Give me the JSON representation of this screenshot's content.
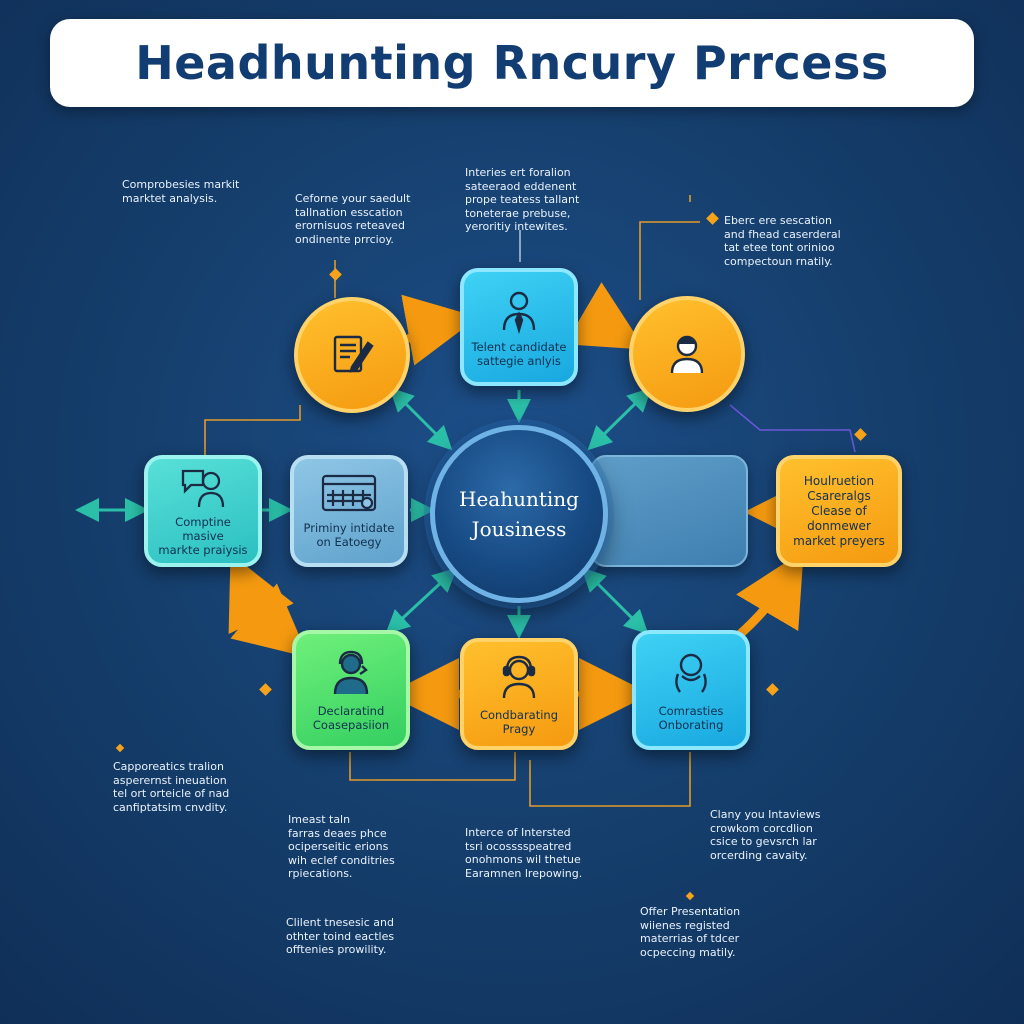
{
  "title": "Headhunting Rncury Prrcess",
  "hub": {
    "line1": "Heahunting",
    "line2": "Jousiness"
  },
  "nodes": {
    "top_left": {
      "label": "",
      "icon": "document-pen-icon",
      "color": "#f7a21b"
    },
    "top_center": {
      "label": "Telent candidate\nsattegie anlyis",
      "icon": "businessman-icon",
      "color": "#29b6ec"
    },
    "top_right": {
      "label": "",
      "icon": "candidate-avatar-icon",
      "color": "#f7a21b"
    },
    "mid_left": {
      "label": "Comptine masive\nmarkte praiysis",
      "icon": "chat-people-icon",
      "color": "#3fd0cf"
    },
    "mid_center_left": {
      "label": "Priminy intidate\non Eatoegy",
      "icon": "calendar-grid-icon",
      "color": "#76b3dc"
    },
    "mid_right": {
      "label": "Houlruetion\nCsareralgs\nClease of donmewer\nmarket preyers",
      "icon": "",
      "color": "#f7a21b"
    },
    "bottom_left": {
      "label": "Declaratind\nCoasepasiion",
      "icon": "headset-person-icon",
      "color": "#47db6a"
    },
    "bottom_center": {
      "label": "Condbarating\nPragy",
      "icon": "headset-person-icon",
      "color": "#f7a21b"
    },
    "bottom_right": {
      "label": "Comrasties\nOnborating",
      "icon": "thinking-person-icon",
      "color": "#29b6ec"
    }
  },
  "notes": {
    "n1": "Comprobesies markit\nmarktet analysis.",
    "n2": "Ceforne your saedult\ntallnation esscation\nerornisuos reteaved\nondinente prrcioy.",
    "n3": "Interies ert foralion\nsateeraod eddenent\nprope teatess tallant\ntoneterae prebuse,\nyeroritiy intewites.",
    "n4": "Eberc ere sescation\nand fhead caserderal\ntat etee tont orinioo\ncompectoun rnatily.",
    "n5": "Capporeatics tralion\nasperernst ineuation\ntel ort orteicle of nad\ncanfiptatsim cnvdity.",
    "n6": "Imeast taln\nfarras deaes phce\nociperseitic erions\nwih eclef conditries\nrpiecations.",
    "n7": "Interce of Intersted\ntsri ocosssspeatred\nonohmons wil thetue\nEaramnen lrepowing.",
    "n8": "Clany you Intaviews\ncrowkom corcdlion\ncsice to gevsrch lar\norcerding cavaity.",
    "n9": "Clilent tnesesic and\nothter toind eactles\nofftenies prowility.",
    "n10": "Offer Presentation\nwiienes registed\nmaterrias of tdcer\nocpeccing matily."
  },
  "colors": {
    "background": "#16406f",
    "title_text": "#123d72",
    "arrow_orange": "#f59a10",
    "arrow_teal": "#2bbfa8"
  }
}
